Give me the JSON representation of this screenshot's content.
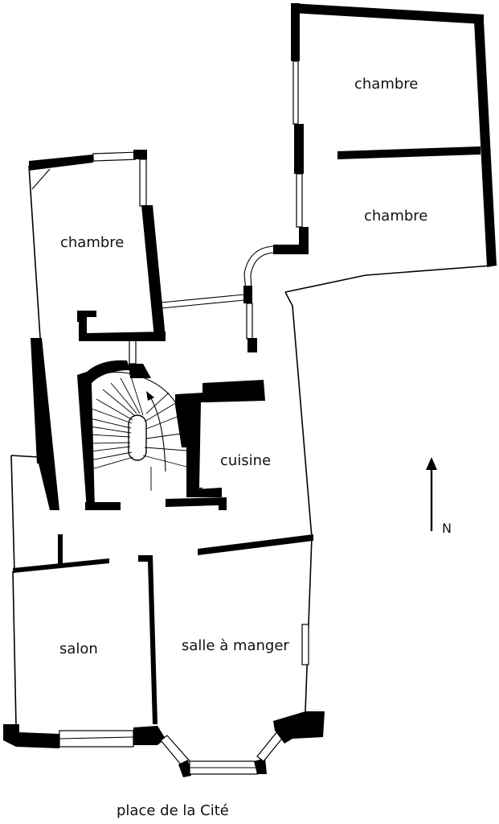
{
  "rooms": {
    "chambre_north": "chambre",
    "chambre_east": "chambre",
    "chambre_west": "chambre",
    "cuisine": "cuisine",
    "salon": "salon",
    "salle_a_manger": "salle à manger"
  },
  "street": "place de la Cité",
  "north_marker": "N",
  "colors": {
    "wall": "#000000",
    "background": "#ffffff"
  }
}
